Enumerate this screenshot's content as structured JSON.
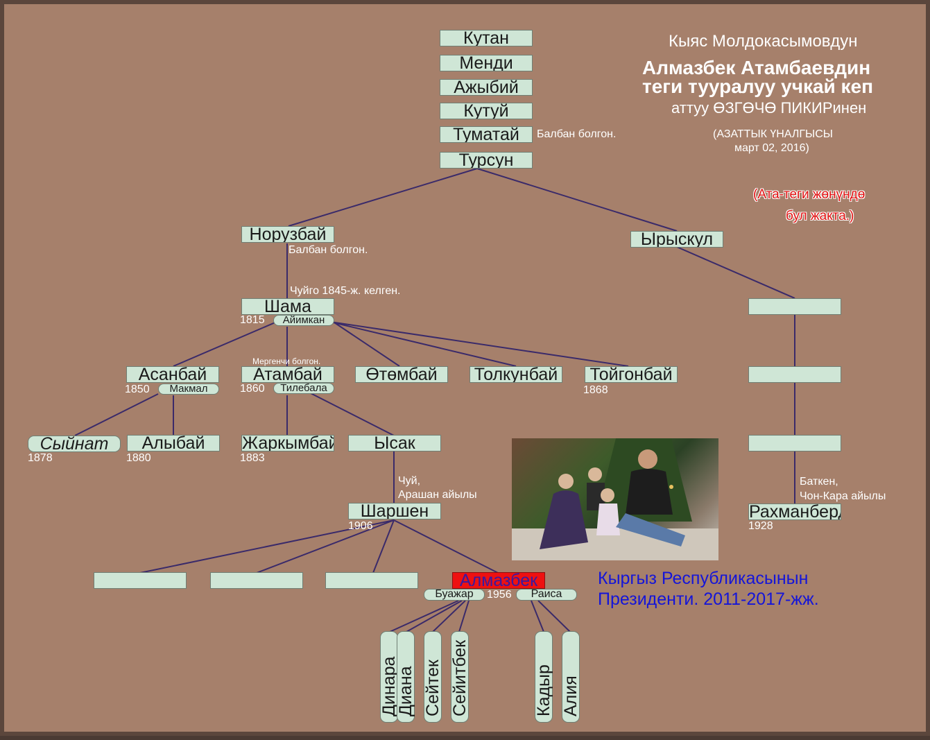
{
  "title": {
    "line1": "Кыяс Молдокасымовдун",
    "line2": "Алмазбек Атамбаевдин",
    "line3": "теги тууралуу учкай кеп",
    "line4": "аттуу ӨЗГӨЧӨ ПИКИРинен",
    "source1": "(АЗАТТЫК ҮНАЛГЫСЫ",
    "source2": "март 02, 2016)"
  },
  "red_note": {
    "line1": "(Ата-теги жөнүндө",
    "line2": "бул жакта.)"
  },
  "president_caption": {
    "line1": "Кыргыз Республикасынын",
    "line2": "Президенти. 2011-2017-жж."
  },
  "nodes": {
    "kutan": "Кутан",
    "mendi": "Менди",
    "ajybiy": "Ажыбий",
    "kutuy": "Кутуй",
    "tumatai": "Туматай",
    "tursun": "Турсун",
    "noruzbai": "Норузбай",
    "yryskul": "Ырыскул",
    "shama": "Шама",
    "asanbai": "Асанбай",
    "atambai": "Атамбай",
    "otombai": "Өтөмбай",
    "tolkunbai": "Толкунбай",
    "toigonbai": "Тойгонбай",
    "syinat": "Сыйнат",
    "alybai": "Алыбай",
    "jarkymbai": "Жаркымбай",
    "ysak": "Ысак",
    "sharshen": "Шаршен",
    "almazbek": "Алмазбек",
    "rakhmanberdi": "Рахманберди"
  },
  "children": {
    "dinara": "Динара",
    "diana": "Диана",
    "seitek": "Сейтек",
    "seitbek": "Сейитбек",
    "kadyr": "Кадыр",
    "aliya": "Алия"
  },
  "spouses": {
    "aiymkan": "Айимкан",
    "makmal": "Макмал",
    "tilebala": "Тилебала",
    "buajar": "Буажар",
    "raisa": "Раиса"
  },
  "years": {
    "shama": "1815",
    "asanbai": "1850",
    "atambai": "1860",
    "toigonbai": "1868",
    "syinat": "1878",
    "alybai": "1880",
    "jarkymbai": "1883",
    "sharshen": "1906",
    "almazbek": "1956",
    "rakhmanberdi": "1928"
  },
  "notes": {
    "tumatai": "Балбан болгон.",
    "noruzbai": "Балбан болгон.",
    "shama_arrival": "Чуйго 1845-ж. келген.",
    "atambai": "Мергенчи болгон.",
    "chui_line1": "Чуй,",
    "chui_line2": "Арашан айылы",
    "batken_line1": "Баткен,",
    "batken_line2": "Чон-Кара айылы"
  },
  "colors": {
    "background": "#a6806b",
    "box_fill": "#cfe6d6",
    "line": "#3a2a6a",
    "highlight": "#ee1111",
    "president_text": "#1515d8"
  }
}
